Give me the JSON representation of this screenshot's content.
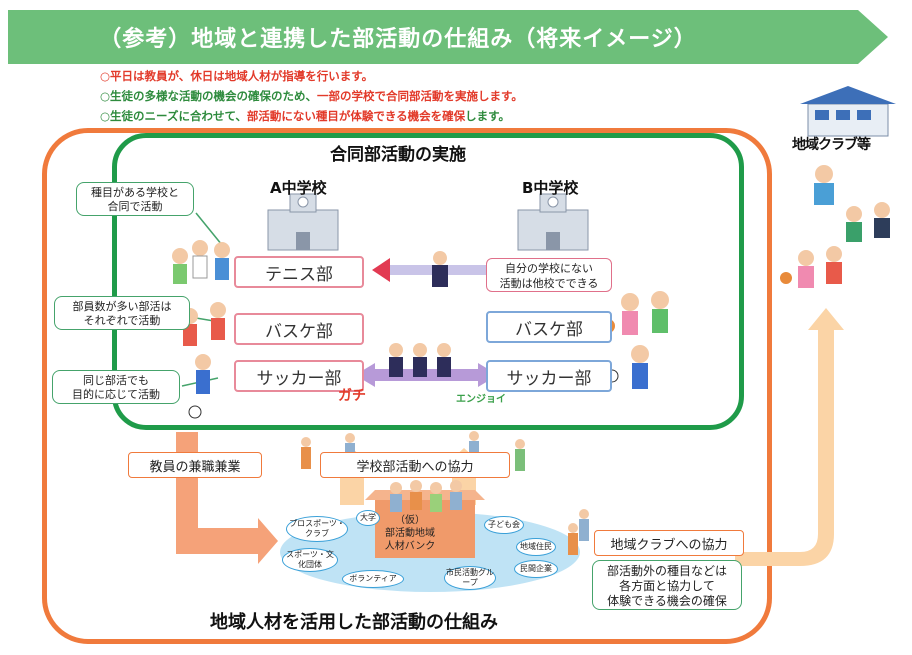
{
  "header": {
    "title": "（参考）地域と連携した部活動の仕組み（将来イメージ）",
    "banner_color": "#6dbf7a"
  },
  "bullets": [
    {
      "prefix": "○平日は教員が、",
      "highlight": "休日は地域人材が指導を行います。",
      "suffix": ""
    },
    {
      "prefix": "○生徒の多様な活動の機会の確保のため、",
      "highlight": "一部の学校で合同部活動を実施します。",
      "suffix": ""
    },
    {
      "prefix": "○生徒のニーズに合わせて、",
      "highlight": "部活動にない種目が体験できる機会を確保",
      "suffix": "します。"
    }
  ],
  "joint": {
    "title": "合同部活動の実施",
    "school_a": "A中学校",
    "school_b": "B中学校",
    "clubs_a": [
      "テニス部",
      "バスケ部",
      "サッカー部"
    ],
    "clubs_b": [
      "バスケ部",
      "サッカー部"
    ],
    "note_other_school": [
      "自分の学校にない",
      "活動は他校でできる"
    ],
    "callouts": [
      [
        "種目がある学校と",
        "合同で活動"
      ],
      [
        "部員数が多い部活は",
        "それぞれで活動"
      ],
      [
        "同じ部活でも",
        "目的に応じて活動"
      ]
    ],
    "tag_kachi": "ガチ",
    "tag_enjoy": "エンジョイ"
  },
  "flow": {
    "teacher_side_job": "教員の兼職兼業",
    "school_cooperation": "学校部活動への協力",
    "local_club_cooperation": "地域クラブへの協力",
    "experience_note": [
      "部活動外の種目などは",
      "各方面と協力して",
      "体験できる機会の確保"
    ]
  },
  "bank": {
    "title": [
      "（仮）",
      "部活動地域",
      "人材バンク"
    ],
    "groups": [
      "プロスポーツ・クラブ",
      "大学",
      "子ども会",
      "地域住民",
      "民間企業",
      "市民活動グループ",
      "ボランティア",
      "スポーツ・文化団体"
    ]
  },
  "local_club": {
    "title": "地域クラブ等"
  },
  "footer": {
    "title": "地域人材を活用した部活動の仕組み"
  },
  "colors": {
    "green": "#1f9b49",
    "orange": "#f07a3c",
    "red": "#e23a2a",
    "light_orange": "#f8c98f",
    "blue_water": "#bfe3f5"
  }
}
